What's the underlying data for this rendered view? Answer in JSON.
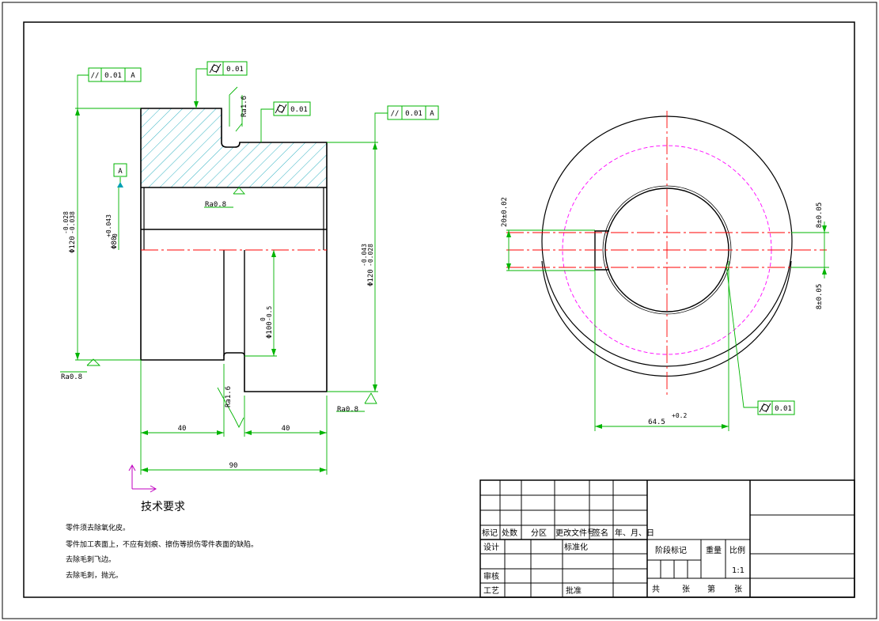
{
  "colors": {
    "outline": "#000000",
    "dimension": "#00b400",
    "hatch": "#00a0b4",
    "center_line": "#ff0000",
    "pitch_circle": "#ff00ff",
    "text": "#000000"
  },
  "left_view": {
    "gdt_top_left": {
      "symbol": "//",
      "value": "0.01",
      "datum": "A"
    },
    "gdt_top_mid": {
      "symbol": "cylindricity",
      "value": "0.01"
    },
    "gdt_mid": {
      "symbol": "cylindricity",
      "value": "0.01"
    },
    "gdt_right": {
      "symbol": "//",
      "value": "0.01",
      "datum": "A"
    },
    "datum_label": "A",
    "dim_outer_left": "Φ120",
    "dim_outer_left_tol_upper": "-0.028",
    "dim_outer_left_tol_lower": "-0.038",
    "dim_bore": "Φ80",
    "dim_bore_tol_upper": "+0.043",
    "dim_bore_tol_lower": "0",
    "dim_outer_right": "Φ120",
    "dim_outer_right_tol_upper": "-0.043",
    "dim_outer_right_tol_lower": "-0.028",
    "dim_inner": "Φ100",
    "dim_inner_tol_upper": "0",
    "dim_inner_tol_lower": "-0.5",
    "ra_top": "Ra1.6",
    "ra_groove": "Ra0.8",
    "ra_left": "Ra0.8",
    "ra_bottom": "Ra1.6",
    "ra_right": "Ra0.8",
    "dim_len_left": "40",
    "dim_len_right": "40",
    "dim_len_total": "90"
  },
  "right_view": {
    "dim_key_width": "20±0.02",
    "dim_top_offset": "8±0.05",
    "dim_bottom_offset": "8±0.05",
    "dim_keyway": "64.5",
    "dim_keyway_tol": "+0.2",
    "gdt": {
      "symbol": "cylindricity",
      "value": "0.01"
    }
  },
  "requirements": {
    "title": "技术要求",
    "items": [
      "零件须去除氧化皮。",
      "零件加工表面上，不应有划痕、擦伤等损伤零件表面的缺陷。",
      "去除毛刺飞边。",
      "去除毛刺，抛光。"
    ]
  },
  "title_block": {
    "mark": "标记",
    "count": "处数",
    "zone": "分区",
    "change_doc": "更改文件号",
    "sign": "签名",
    "date": "年、月、日",
    "design": "设计",
    "standardize": "标准化",
    "review": "审核",
    "process": "工艺",
    "approve": "批准",
    "stage_mark": "阶段标记",
    "weight": "重量",
    "scale": "比例",
    "scale_value": "1:1",
    "total": "共",
    "sheets": "张",
    "num": "第",
    "sheet2": "张"
  }
}
